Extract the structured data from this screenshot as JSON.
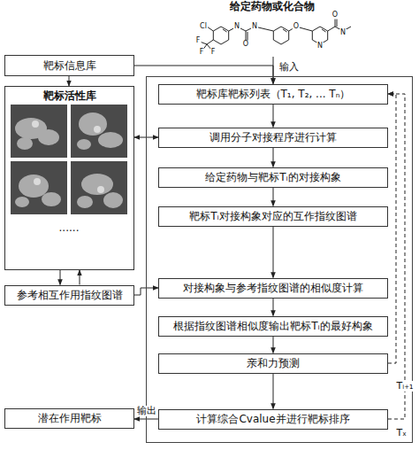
{
  "diagram": {
    "nodes": [
      {
        "text": [
          "给定药物或化合物"
        ]
      },
      {
        "text": [
          "靶标信息库"
        ]
      },
      {
        "text": [
          "靶标活性库"
        ]
      },
      {
        "text": [
          "参考相互作用指纹图谱"
        ]
      },
      {
        "text": [
          "Tₓ"
        ]
      },
      {
        "text": [
          "靶标库靶标列表（T₁, T₂, ... Tₙ）"
        ],
        "in": 4
      },
      {
        "text": [
          "调用分子对接程序进行计算"
        ],
        "in": 4
      },
      {
        "text": [
          "给定药物与靶标Tᵢ的对接构象"
        ],
        "in": 4
      },
      {
        "text": [
          "靶标Tᵢ对接构象对应的互作指纹图谱"
        ],
        "in": 4
      },
      {
        "text": [
          "对接构象与参考指纹图谱的相似度计算"
        ],
        "in": 4
      },
      {
        "text": [
          "根据指纹图谱相似度输出靶标Tᵢ的最好构象"
        ],
        "in": 4
      },
      {
        "text": [
          "亲和力预测"
        ],
        "in": 4
      },
      {
        "text": [
          "计算综合Cvalue并进行靶标排序"
        ],
        "in": 4
      },
      {
        "text": [
          "潜在作用靶标"
        ]
      }
    ],
    "edges": [
      {
        "from": 0,
        "to": 5,
        "arrow": "to",
        "label": "输入"
      },
      {
        "from": 1,
        "to": 5,
        "arrow": "to"
      },
      {
        "from": 1,
        "to": 2,
        "arrow": "to"
      },
      {
        "from": 2,
        "to": 6,
        "arrow": "both"
      },
      {
        "from": 2,
        "to": 3,
        "arrow": "to"
      },
      {
        "from": 3,
        "to": 2,
        "arrow": "to"
      },
      {
        "from": 3,
        "to": 9,
        "arrow": "to"
      },
      {
        "from": 5,
        "to": 6,
        "arrow": "to"
      },
      {
        "from": 6,
        "to": 7,
        "arrow": "to"
      },
      {
        "from": 7,
        "to": 8,
        "arrow": "to"
      },
      {
        "from": 8,
        "to": 9,
        "arrow": "to"
      },
      {
        "from": 9,
        "to": 10,
        "arrow": "to"
      },
      {
        "from": 10,
        "to": 11,
        "arrow": "to"
      },
      {
        "from": 11,
        "to": 12,
        "arrow": "to"
      },
      {
        "from": 11,
        "to": 5,
        "arrow": "to"
      },
      {
        "from": 12,
        "to": 5,
        "arrow": "to",
        "label": "Tᵢ₊₁"
      },
      {
        "from": 12,
        "to": 13,
        "arrow": "to",
        "label": "输出"
      }
    ],
    "labels": [
      "Cl",
      "F",
      "F",
      "F",
      "N",
      "N",
      "O",
      "O",
      "N",
      "O",
      "N",
      "......"
    ]
  }
}
